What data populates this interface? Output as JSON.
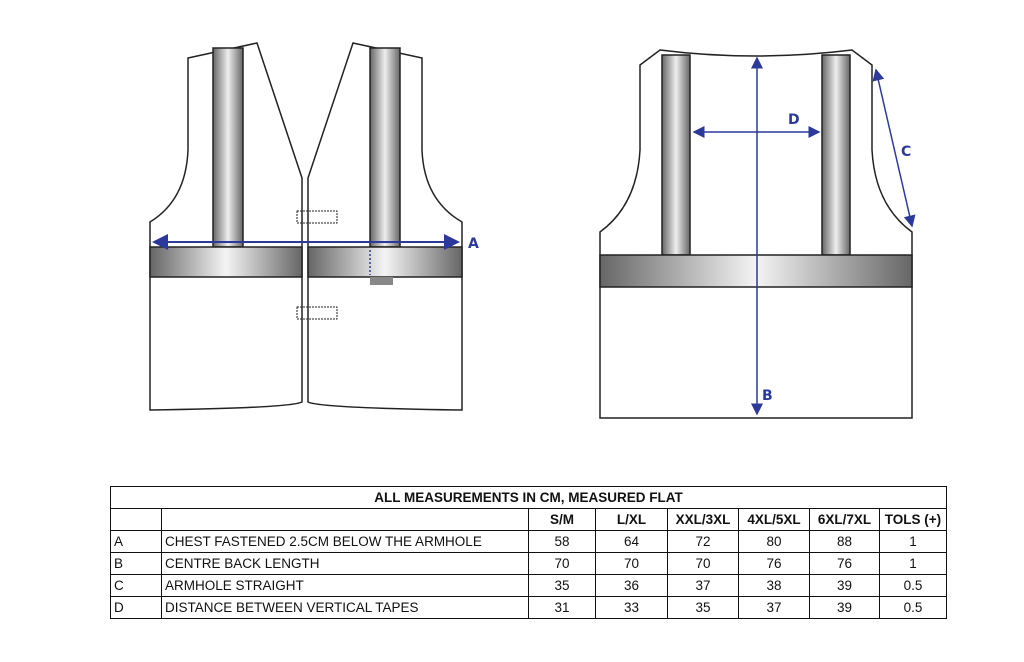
{
  "diagram": {
    "labels": {
      "a": "A",
      "b": "B",
      "c": "C",
      "d": "D"
    },
    "arrow_color": "#2b3a9a"
  },
  "table": {
    "title": "ALL MEASUREMENTS IN CM, MEASURED FLAT",
    "headers": [
      "S/M",
      "L/XL",
      "XXL/3XL",
      "4XL/5XL",
      "6XL/7XL",
      "TOLS (+)"
    ],
    "rows": [
      {
        "code": "A",
        "desc": "CHEST FASTENED 2.5CM BELOW THE ARMHOLE",
        "values": [
          "58",
          "64",
          "72",
          "80",
          "88",
          "1"
        ]
      },
      {
        "code": "B",
        "desc": "CENTRE BACK LENGTH",
        "values": [
          "70",
          "70",
          "70",
          "76",
          "76",
          "1"
        ]
      },
      {
        "code": "C",
        "desc": "ARMHOLE STRAIGHT",
        "values": [
          "35",
          "36",
          "37",
          "38",
          "39",
          "0.5"
        ]
      },
      {
        "code": "D",
        "desc": "DISTANCE BETWEEN VERTICAL TAPES",
        "values": [
          "31",
          "33",
          "35",
          "37",
          "39",
          "0.5"
        ]
      }
    ]
  }
}
